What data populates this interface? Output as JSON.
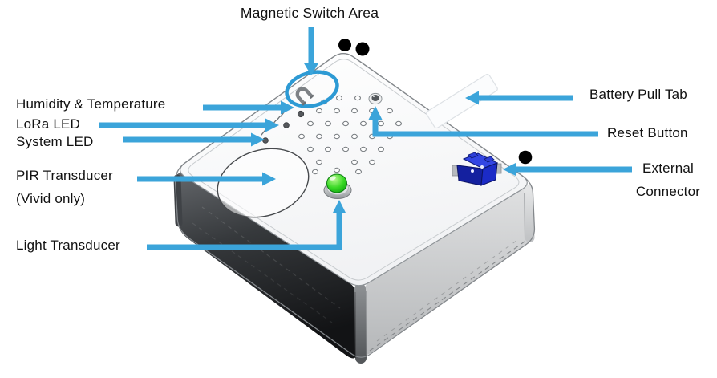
{
  "figure": {
    "description": "Labeled top/isometric illustration of a LoRa sensor device enclosure with callout arrows"
  },
  "labels": {
    "magnetic_switch": "Magnetic Switch Area",
    "humidity_temperature": "Humidity & Temperature",
    "lora_led": "LoRa LED",
    "system_led": "System LED",
    "pir_transducer": "PIR Transducer",
    "vivid_only": "(Vivid only)",
    "light_transducer": "Light Transducer",
    "battery_pull_tab": "Battery Pull Tab",
    "reset_button": "Reset Button",
    "external_connector_line1": "External",
    "external_connector_line2": "Connector"
  },
  "colors": {
    "callout_arrow": "#3BA4DA",
    "magnet_circle": "#2D9AD4",
    "light_transducer_green": "#38d824",
    "external_connector_blue": "#1B2BC7",
    "text": "#111111"
  }
}
